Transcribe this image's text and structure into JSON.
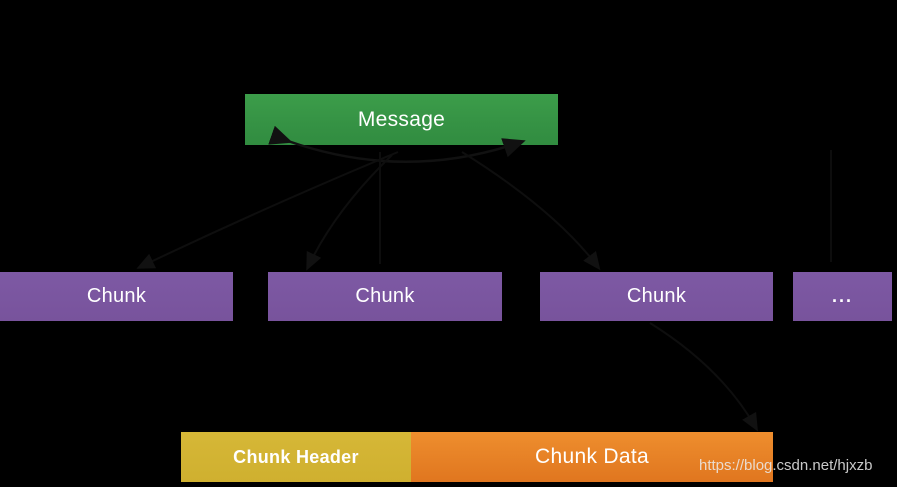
{
  "page": {
    "background_color": "#000000"
  },
  "diagram": {
    "message_box": {
      "label": "Message",
      "color": "#359244"
    },
    "chunk_boxes": [
      {
        "label": "Chunk"
      },
      {
        "label": "Chunk"
      },
      {
        "label": "Chunk"
      },
      {
        "label": "..."
      }
    ],
    "chunk_color": "#7b57a1",
    "chunk_header_box": {
      "label": "Chunk Header",
      "color": "#d2b334"
    },
    "chunk_data_box": {
      "label": "Chunk Data",
      "color_top": "#ee8e2e",
      "color_bottom": "#e0761f"
    },
    "arrow_color": "#111111",
    "text_color": "#ffffff"
  },
  "watermark": {
    "text": "https://blog.csdn.net/hjxzb"
  }
}
